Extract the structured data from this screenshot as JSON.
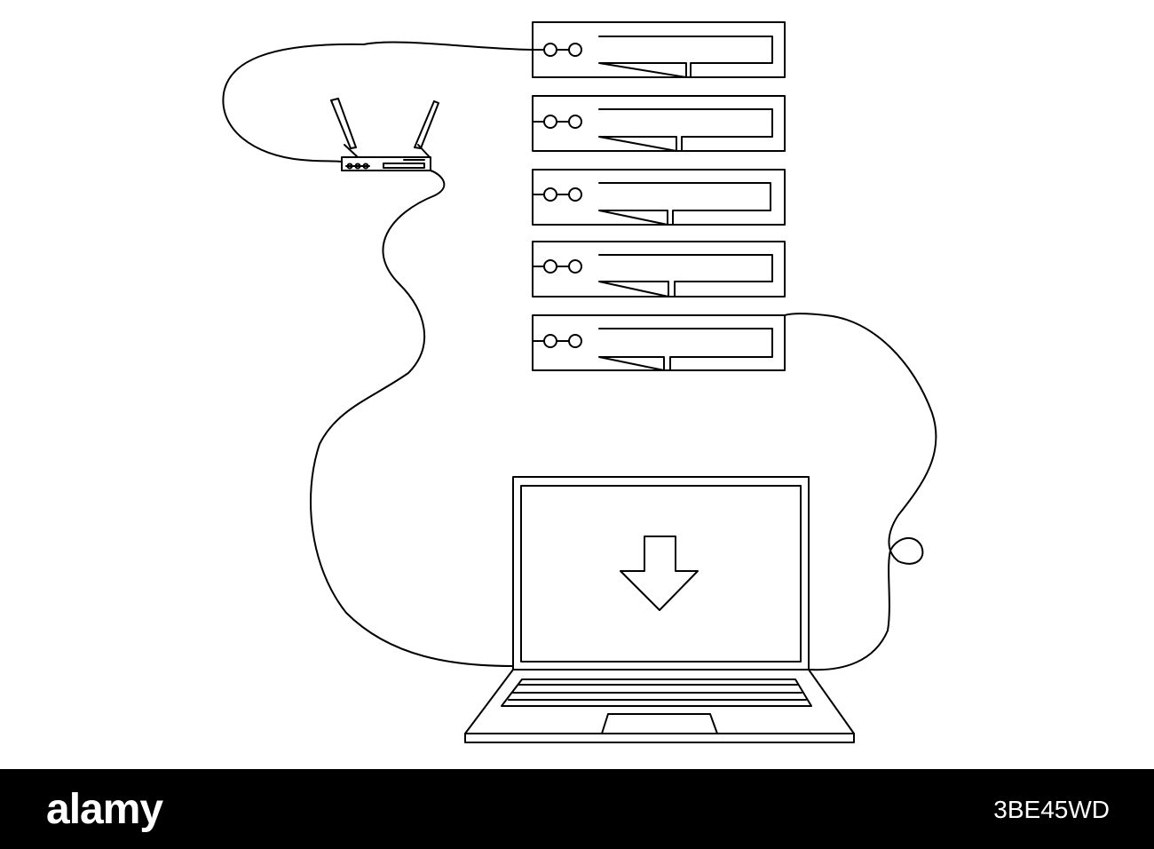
{
  "footer": {
    "logo_text": "alamy",
    "image_id": "3BE45WD",
    "background_color": "#000000",
    "text_color": "#ffffff"
  },
  "illustration": {
    "style": "continuous single line drawing",
    "stroke_color": "#000000",
    "background_color": "#ffffff",
    "elements": [
      "wifi-router",
      "server-rack",
      "laptop",
      "download-arrow",
      "cable"
    ],
    "server_units": 5
  }
}
